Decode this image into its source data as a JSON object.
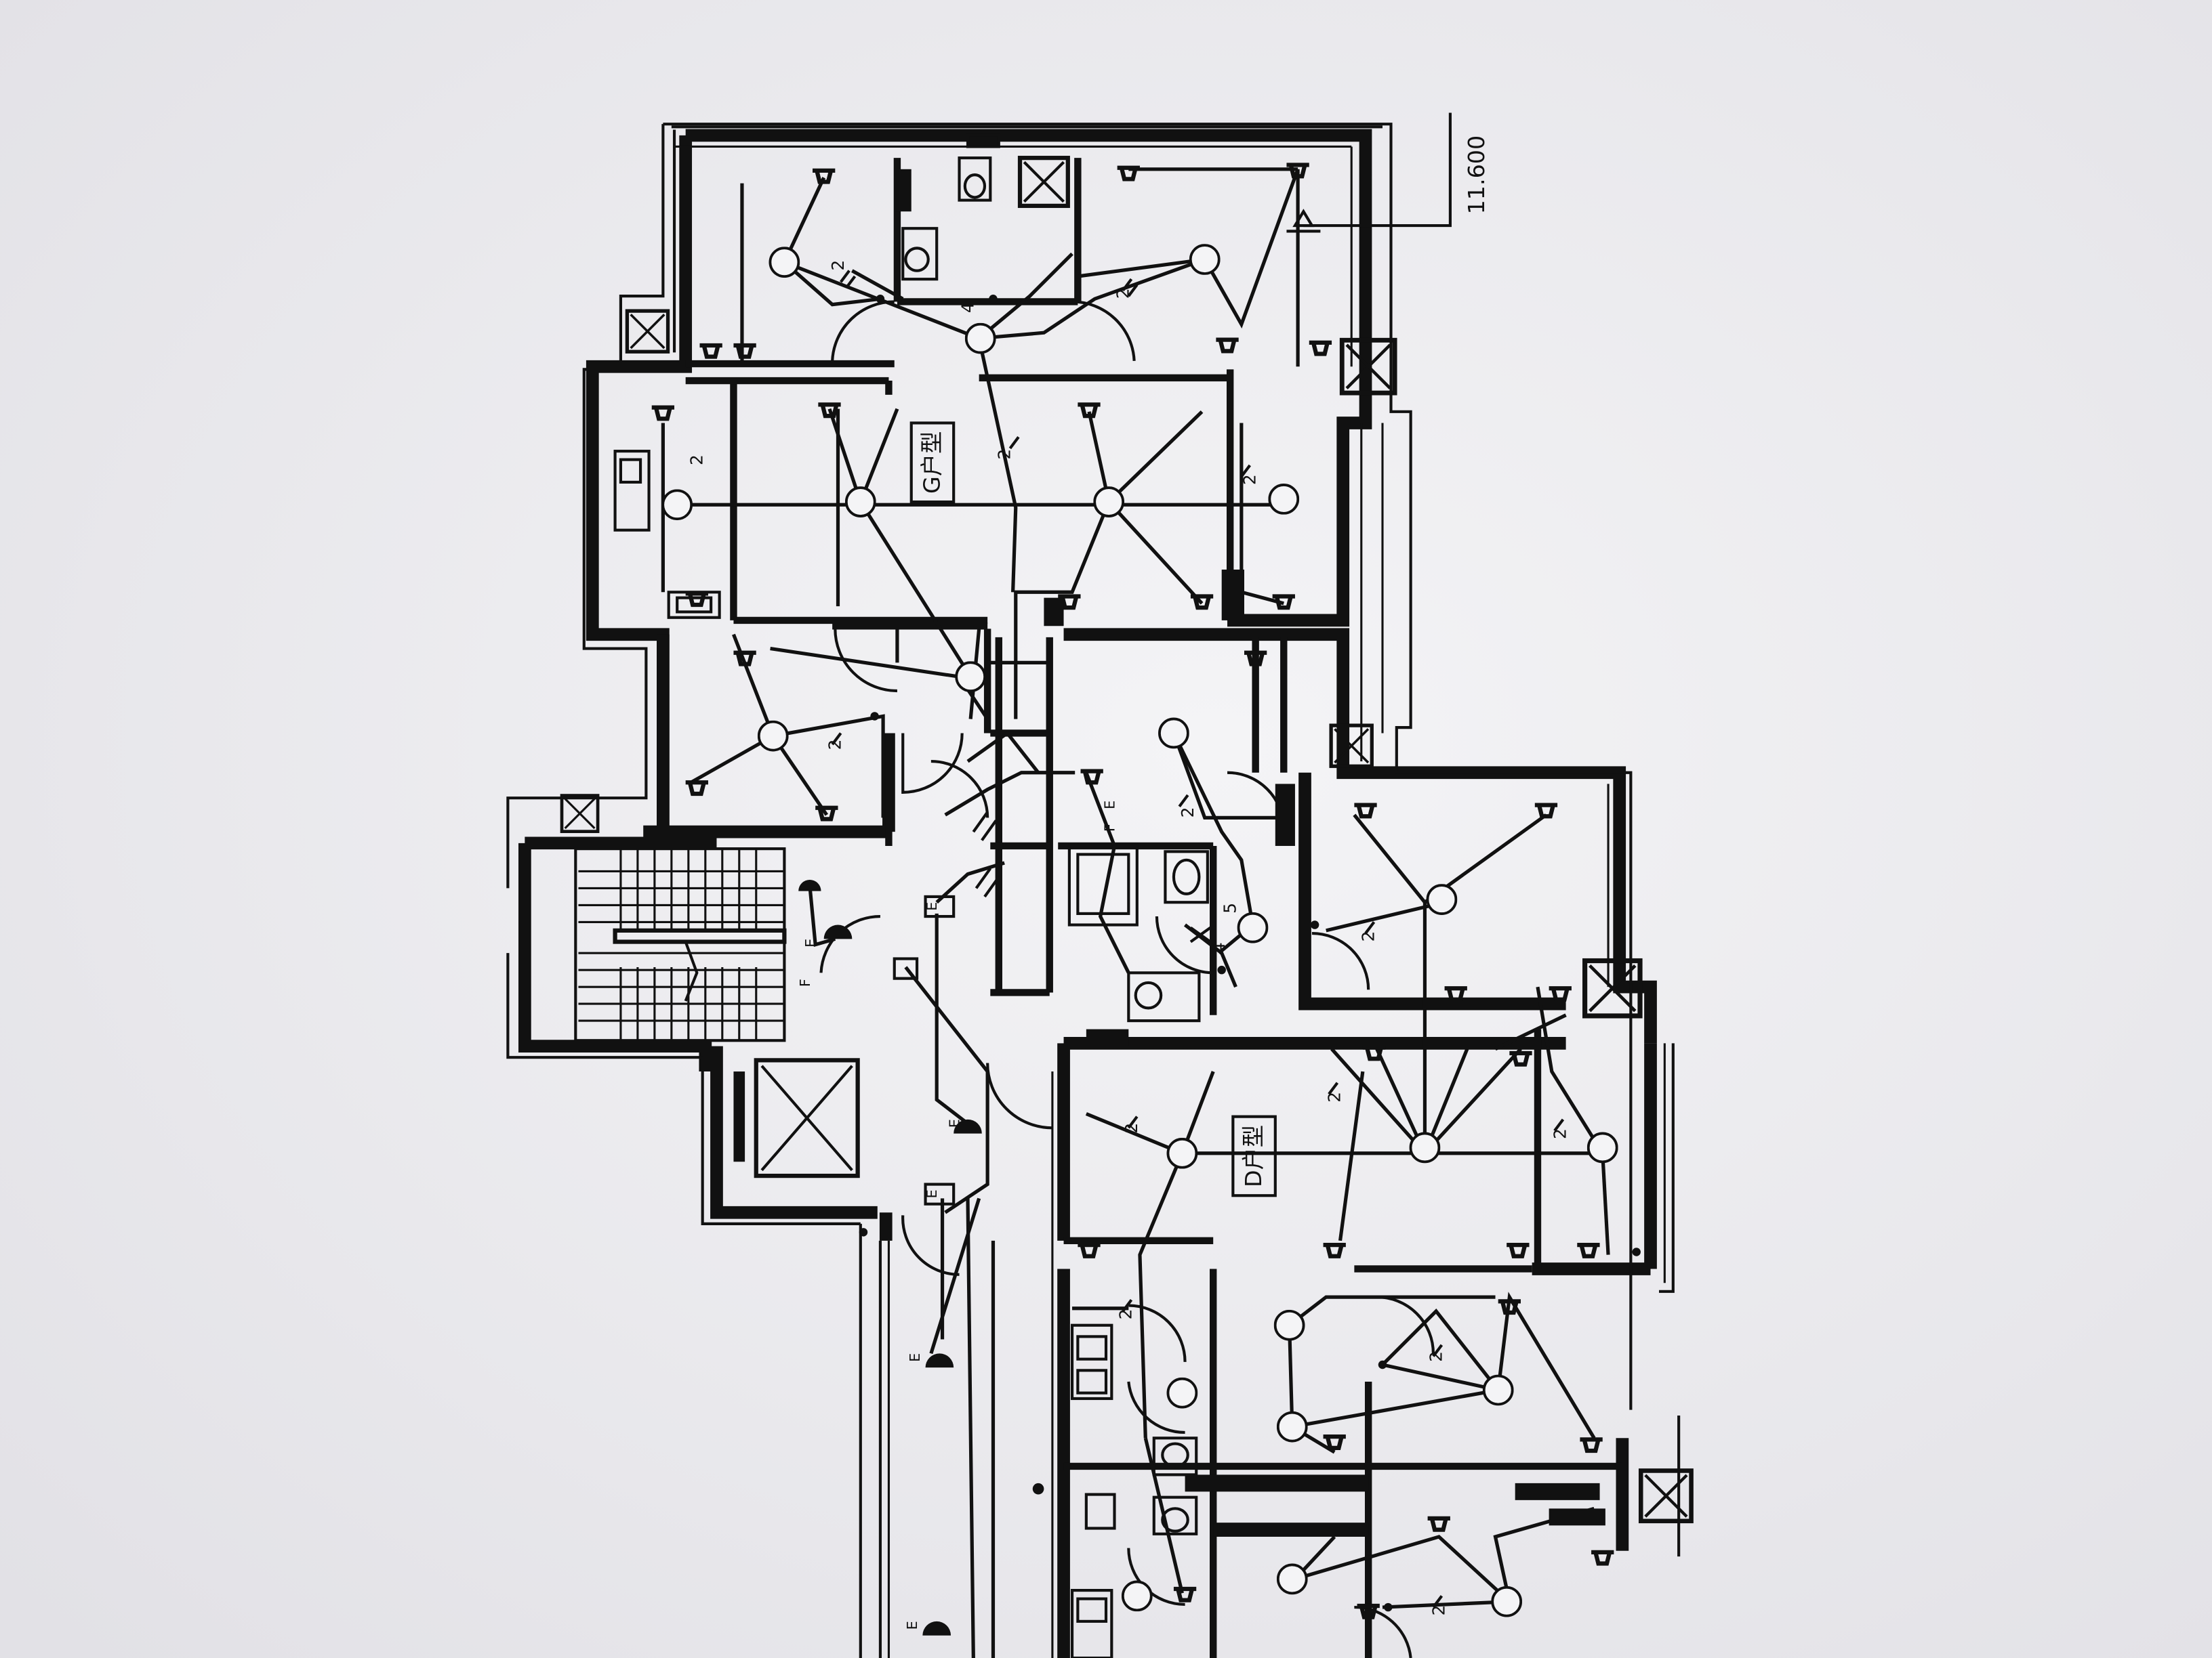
{
  "plan": {
    "elevation": "11.600",
    "unit_g_label": "G户型",
    "unit_d_label": "D户型",
    "circuit_label": "2",
    "circuit_label_alt": "4",
    "circuit_label_five": "5",
    "emergency_mark": "E",
    "switch_mark": "F"
  },
  "colors": {
    "paper": "#eeedf0",
    "ink": "#111111"
  }
}
